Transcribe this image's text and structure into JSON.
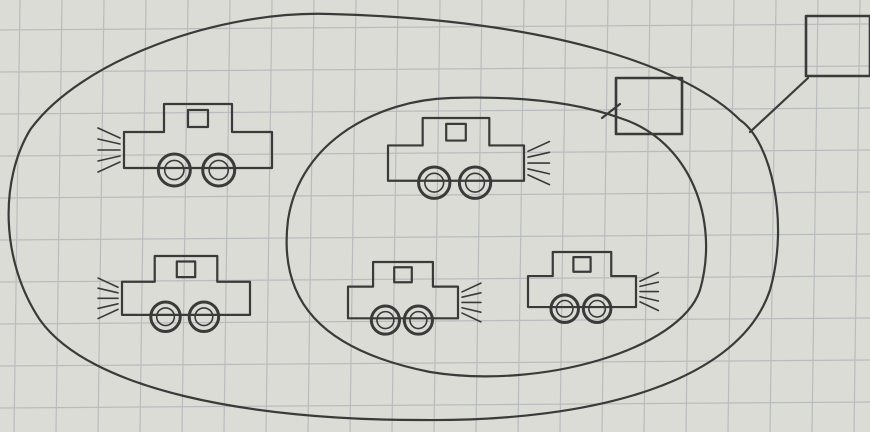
{
  "diagram": {
    "kind": "hand-drawn nested sets",
    "paper": "graph paper",
    "colors": {
      "paper": "#dcdcd6",
      "grid": "#b9bcbf",
      "pencil": "#3a3a3a"
    },
    "outer_set": {
      "cars_outside_inner": 2,
      "label_box_text": ""
    },
    "inner_set": {
      "cars": 3,
      "label_box_text": ""
    },
    "total_cars": 5
  }
}
